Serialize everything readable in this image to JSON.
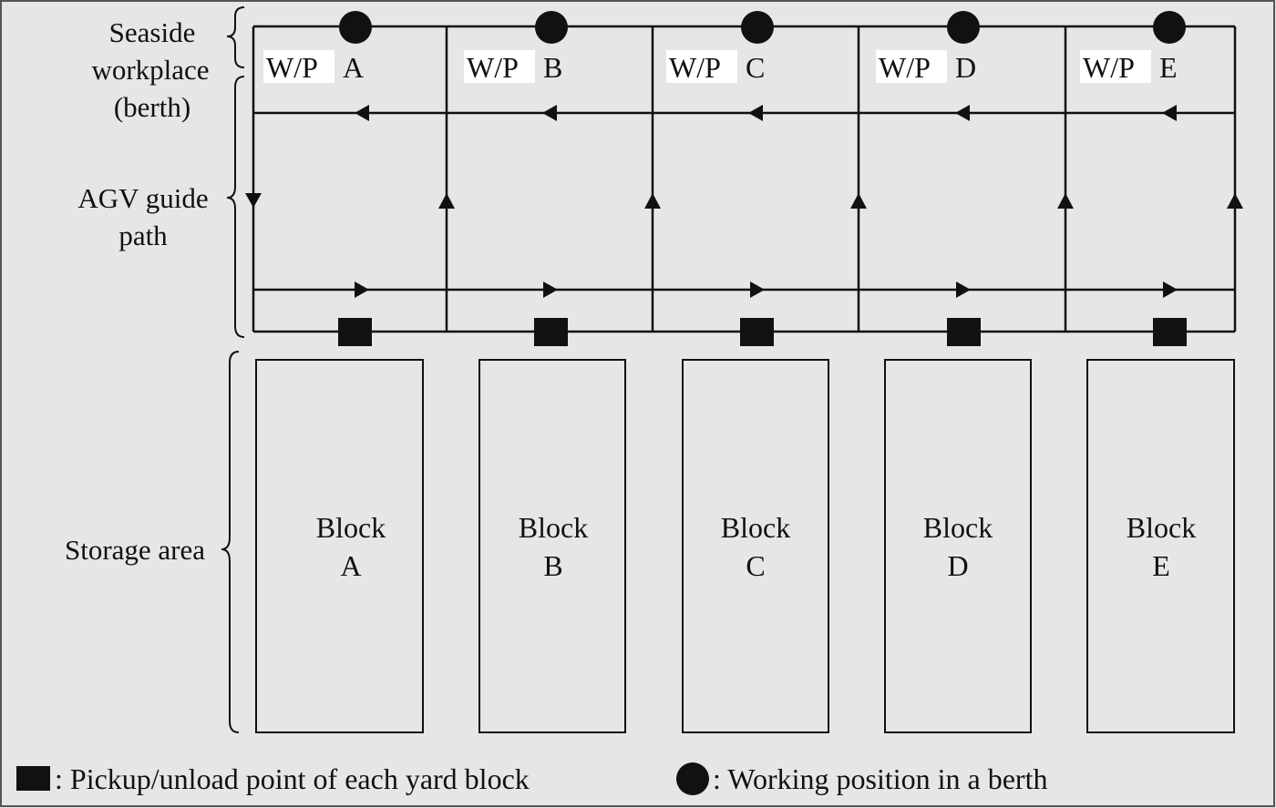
{
  "regions": {
    "seaside": [
      "Seaside",
      "workplace",
      "(berth)"
    ],
    "agv": [
      "AGV guide",
      "path"
    ],
    "storage": "Storage area"
  },
  "berths": [
    {
      "prefix": "W/P",
      "letter": "A"
    },
    {
      "prefix": "W/P",
      "letter": "B"
    },
    {
      "prefix": "W/P",
      "letter": "C"
    },
    {
      "prefix": "W/P",
      "letter": "D"
    },
    {
      "prefix": "W/P",
      "letter": "E"
    }
  ],
  "blocks": [
    {
      "word": "Block",
      "letter": "A"
    },
    {
      "word": "Block",
      "letter": "B"
    },
    {
      "word": "Block",
      "letter": "C"
    },
    {
      "word": "Block",
      "letter": "D"
    },
    {
      "word": "Block",
      "letter": "E"
    }
  ],
  "legend": {
    "square_text": ": Pickup/unload point of each yard block",
    "circle_text": ": Working position in a berth"
  },
  "colors": {
    "background": "#e6e6e6",
    "line": "#111111",
    "label_box": "#ffffff"
  }
}
